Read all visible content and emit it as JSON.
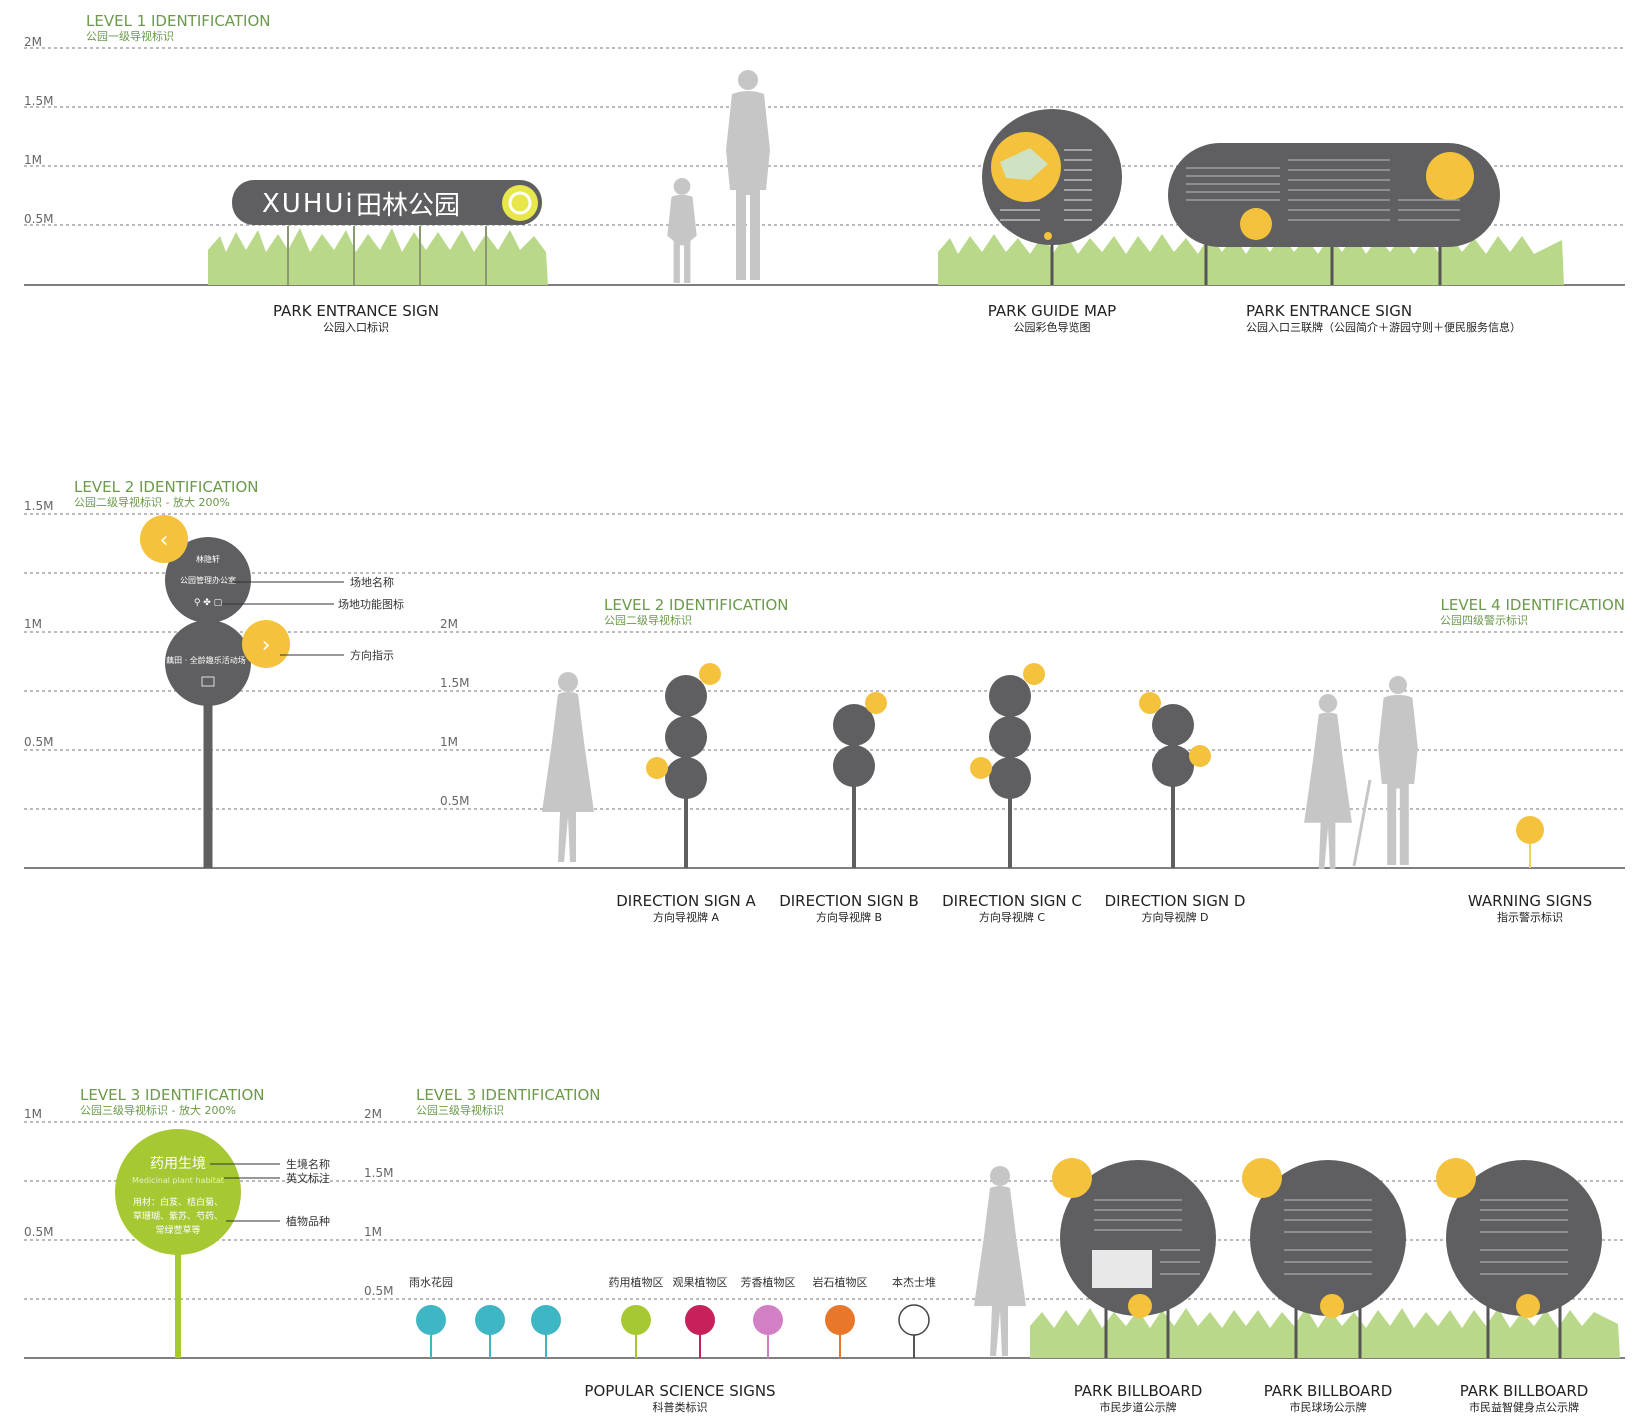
{
  "colors": {
    "grass": "#b9d88a",
    "sign": "#5f5f61",
    "accent": "#f4c23c",
    "level_title": "#6a9a4a",
    "line": "#555555",
    "silhouette": "#c6c6c6",
    "lime": "#a6c832"
  },
  "section1": {
    "title": "LEVEL 1 IDENTIFICATION",
    "subtitle": "公园一级导视标识",
    "scale": [
      "2M",
      "1.5M",
      "1M",
      "0.5M"
    ],
    "entrance_logo": {
      "latin": "XUHUi",
      "cn": "田林公园"
    },
    "captions": [
      {
        "en": "PARK ENTRANCE SIGN",
        "cn": "公园入口标识"
      },
      {
        "en": "PARK GUIDE MAP",
        "cn": "公园彩色导览图"
      },
      {
        "en": "PARK ENTRANCE SIGN",
        "cn": "公园入口三联牌（公园简介＋游园守则＋便民服务信息）"
      }
    ]
  },
  "section2": {
    "title_left": "LEVEL 2 IDENTIFICATION",
    "subtitle_left": "公园二级导视标识 - 放大 200%",
    "scale_left": [
      "1.5M",
      "1M",
      "0.5M"
    ],
    "title_mid": "LEVEL 2 IDENTIFICATION",
    "subtitle_mid": "公园二级导视标识",
    "scale_mid": [
      "2M",
      "1.5M",
      "1M",
      "0.5M"
    ],
    "title_right": "LEVEL 4 IDENTIFICATION",
    "subtitle_right": "公园四级警示标识",
    "sign_top_text": "林隐轩",
    "sign_top_sub": "公园管理办公室",
    "sign_bottom_text": "藕田 · 全龄趣乐活动场",
    "annotations": [
      "场地名称",
      "场地功能图标",
      "方向指示"
    ],
    "captions": [
      {
        "en": "DIRECTION SIGN A",
        "cn": "方向导视牌 A"
      },
      {
        "en": "DIRECTION SIGN B",
        "cn": "方向导视牌 B"
      },
      {
        "en": "DIRECTION SIGN C",
        "cn": "方向导视牌 C"
      },
      {
        "en": "DIRECTION SIGN D",
        "cn": "方向导视牌 D"
      },
      {
        "en": "WARNING SIGNS",
        "cn": "指示警示标识"
      }
    ]
  },
  "section3": {
    "title_left": "LEVEL 3 IDENTIFICATION",
    "subtitle_left": "公园三级导视标识 - 放大 200%",
    "scale_left": [
      "1M",
      "0.5M"
    ],
    "title_mid": "LEVEL 3 IDENTIFICATION",
    "subtitle_mid": "公园三级导视标识",
    "scale_mid": [
      "2M",
      "1.5M",
      "1M",
      "0.5M"
    ],
    "circle_title": "药用生境",
    "circle_en": "Medicinal plant habitat",
    "circle_body": [
      "用材：白芨、桔白菊、",
      "草珊瑚、紫苏、芍药、",
      "常绿萱草等"
    ],
    "annotations": [
      "生境名称",
      "英文标注",
      "植物品种"
    ],
    "zones": [
      {
        "label": "雨水花园",
        "color": "#3fb6c4"
      },
      {
        "label": "",
        "color": "#3fb6c4"
      },
      {
        "label": "",
        "color": "#3fb6c4"
      },
      {
        "label": "药用植物区",
        "color": "#a6c832"
      },
      {
        "label": "观果植物区",
        "color": "#c8205a"
      },
      {
        "label": "芳香植物区",
        "color": "#d27fc5"
      },
      {
        "label": "岩石植物区",
        "color": "#e8772a"
      },
      {
        "label": "本杰士堆",
        "color": "#ffffff"
      }
    ],
    "captions": [
      {
        "en": "POPULAR SCIENCE SIGNS",
        "cn": "科普类标识"
      },
      {
        "en": "PARK BILLBOARD",
        "cn": "市民步道公示牌"
      },
      {
        "en": "PARK BILLBOARD",
        "cn": "市民球场公示牌"
      },
      {
        "en": "PARK BILLBOARD",
        "cn": "市民益智健身点公示牌"
      }
    ]
  }
}
